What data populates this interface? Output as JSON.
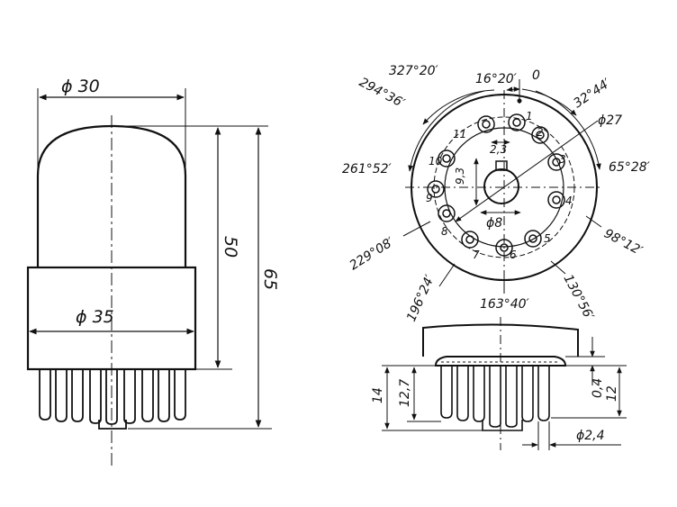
{
  "side_view": {
    "bulb_diameter": "ϕ 30",
    "base_diameter": "ϕ 35",
    "height_to_base": "50",
    "total_height": "65"
  },
  "base_view": {
    "pin_circle_diameter": "ϕ27",
    "key_diameter": "ϕ8",
    "dim_2_3": "2,3",
    "dim_9_3": "9,3",
    "zero_mark": "0",
    "pin_numbers": [
      "1",
      "2",
      "3",
      "4",
      "5",
      "6",
      "7",
      "8",
      "9",
      "10",
      "11"
    ],
    "angles": {
      "a_16_20": "16°20′",
      "a_327_20": "327°20′",
      "a_294_36": "294°36′",
      "a_32_44": "32°44′",
      "a_261_52": "261°52′",
      "a_65_28": "65°28′",
      "a_229_08": "229°08′",
      "a_98_12": "98°12′",
      "a_196_24": "196°24′",
      "a_130_56": "130°56′",
      "a_163_40": "163°40′"
    }
  },
  "pin_view": {
    "dim_14": "14",
    "dim_12_7": "12,7",
    "dim_0_4": "0,4",
    "dim_12": "12",
    "pin_diameter": "ϕ2,4"
  }
}
